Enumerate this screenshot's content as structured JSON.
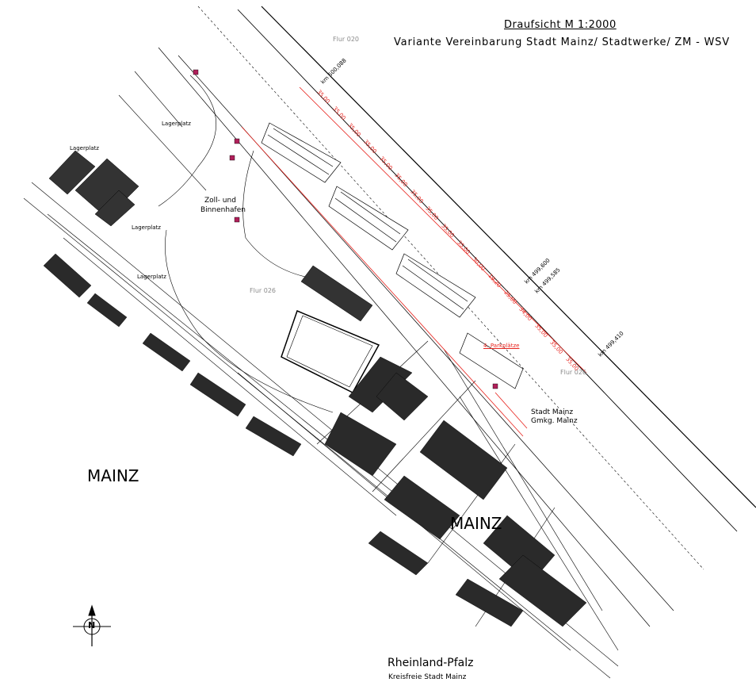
{
  "title": {
    "line1": "Draufsicht  M  1:2000",
    "line2": "Variante Vereinbarung Stadt Mainz/  Stadtwerke/  ZM  -  WSV"
  },
  "labels": {
    "flur_020": "Flur 020",
    "flur_026_center": "Flur 026",
    "flur_026_right": "Flur 026",
    "lagerplatz_1": "Lagerplatz",
    "lagerplatz_2": "Lagerplatz",
    "lagerplatz_3": "Lagerplatz",
    "lagerplatz_4": "Lagerplatz",
    "harbor_1": "Zoll- und",
    "harbor_2": "Binnenhafen",
    "mainz_left": "MAINZ",
    "mainz_center": "MAINZ",
    "stadt_1": "Stadt Mainz",
    "stadt_2": "Gmkg. Mainz",
    "state": "Rheinland-Pfalz",
    "district": "Kreisfreie Stadt Mainz",
    "parkplaetze": "4. Parkplätze",
    "km_1": "km  500,088",
    "km_2": "km  499,600",
    "km_3": "km  499,585",
    "km_4": "km  499,410",
    "north": "N"
  },
  "dimensions": [
    "35,00",
    "35,00",
    "35,00",
    "35,00",
    "35,00",
    "35,00",
    "35,00",
    "35,00",
    "35,00",
    "35,00",
    "30,00",
    "19,20",
    "25,00",
    "34,00",
    "35,00",
    "35,00",
    "35,00"
  ],
  "colors": {
    "ink": "#000000",
    "dimension": "#e8231d",
    "flur": "#8a8a8a",
    "building": "#2a2a2a"
  }
}
